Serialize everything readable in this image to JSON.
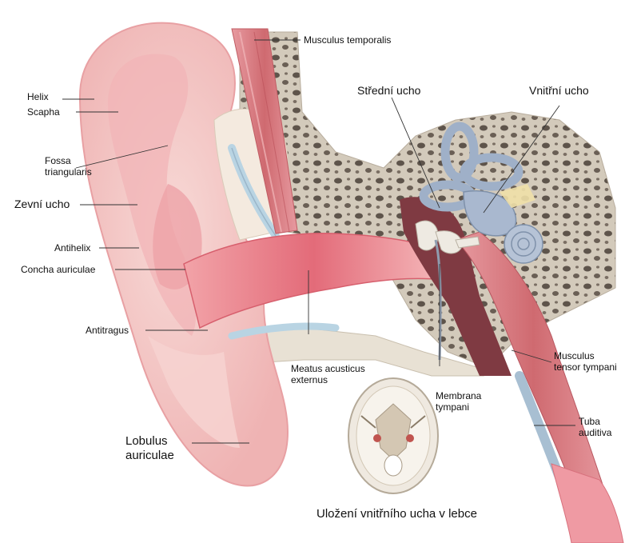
{
  "labels": {
    "musculus_temporalis": "Musculus temporalis",
    "helix": "Helix",
    "scapha": "Scapha",
    "fossa_triangularis": "Fossa\ntriangularis",
    "zevni_ucho": "Zevní ucho",
    "antihelix": "Antihelix",
    "concha_auriculae": "Concha auriculae",
    "antitragus": "Antitragus",
    "lobulus_auriculae": "Lobulus\nauriculae",
    "stredni_ucho": "Střední ucho",
    "vnitrni_ucho": "Vnitřní ucho",
    "meatus_acusticus_externus": "Meatus acusticus\nexternus",
    "membrana_tympani": "Membrana\ntympani",
    "musculus_tensor_tympani": "Musculus\ntensor tympani",
    "tuba_auditiva": "Tuba\nauditiva"
  },
  "caption": "Uložení vnitřního ucha v lebce",
  "colors": {
    "skin": "#f4c6c4",
    "skin_dark": "#e9949a",
    "canal": "#e86f7c",
    "bone": "#cfc6b6",
    "bone_hole": "#5b5149",
    "inner_ear": "#a9b8cf",
    "cartilage": "#b9d4e3",
    "muscle": "#d77e82",
    "cavity": "#7d3a40"
  }
}
